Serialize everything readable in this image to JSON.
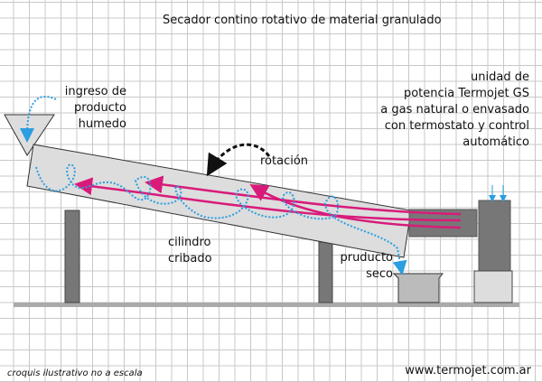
{
  "title": "Secador contino rotativo  de material granulado",
  "labels": {
    "ingreso": [
      "ingreso de",
      "producto",
      "humedo"
    ],
    "unidad": [
      "unidad de",
      "potencia Termojet GS",
      "a gas natural o envasado",
      "con termostato y control",
      "automático"
    ],
    "rotacion": "rotación",
    "cilindro": [
      "cilindro",
      "cribado"
    ],
    "producto_seco": [
      "pruducto",
      "seco"
    ]
  },
  "footer": {
    "note": "croquis ilustrativo no a escala",
    "website": "www.termojet.com.ar"
  },
  "colors": {
    "hot_air": "#d81b7a",
    "product_flow": "#2a9ee0",
    "body": "#dcdcdc",
    "dark": "#777777"
  }
}
